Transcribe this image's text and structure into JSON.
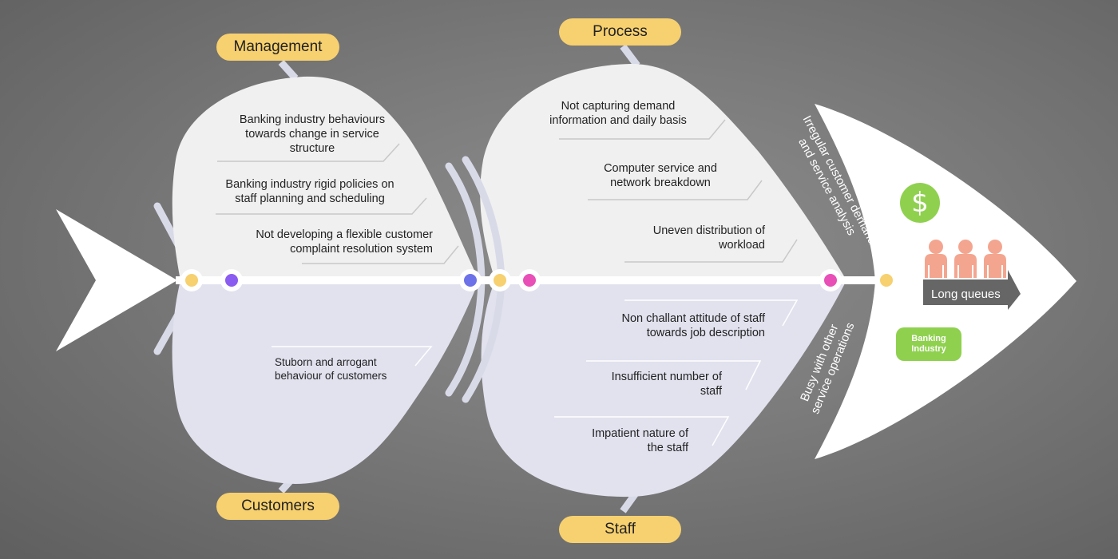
{
  "categories": {
    "management": "Management",
    "process": "Process",
    "customers": "Customers",
    "staff": "Staff"
  },
  "causes": {
    "management": [
      "Banking industry behaviours towards change in service structure",
      "Banking industry rigid policies on staff planning and scheduling",
      "Not developing a flexible customer complaint resolution system"
    ],
    "process": [
      "Not capturing demand information   and daily basis",
      "Computer service and network breakdown",
      "Uneven distribution of workload"
    ],
    "customers": [
      "Stuborn and arrogant behaviour of customers"
    ],
    "staff": [
      "Non challant attitude of staff towards job description",
      "Insufficient number of staff",
      "Impatient nature of the staff"
    ]
  },
  "head_labels": {
    "upper": "Irregular customer demand and service analysis",
    "lower": "Busy with other service operations"
  },
  "head": {
    "dollar_symbol": "$",
    "queue_label": "Long queues",
    "badge": "Banking Industry"
  },
  "colors": {
    "pill": "#f7d06f",
    "yellow_dot": "#f7d06f",
    "purple_dot": "#8a5cf0",
    "blue_dot": "#6d72e8",
    "pink_dot": "#e84fb7",
    "green": "#8fd14f",
    "people": "#f4a58f",
    "upper_body": "#f0f0f0",
    "lower_body": "#e1e2ee"
  }
}
